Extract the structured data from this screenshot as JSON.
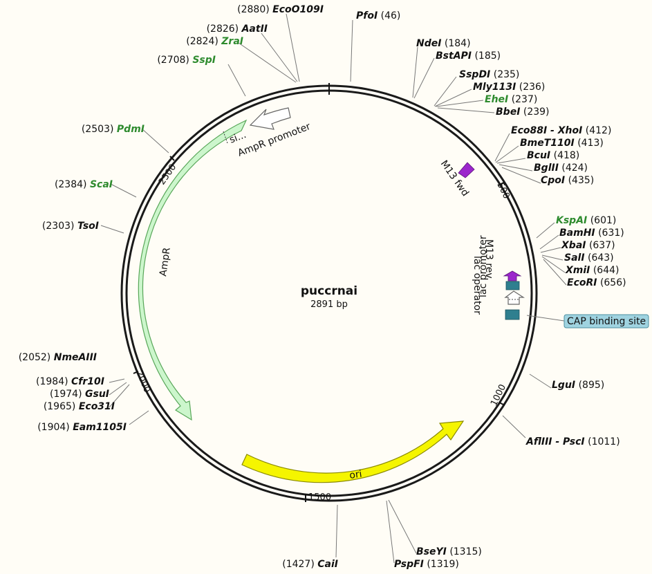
{
  "plasmid": {
    "name": "puccrnai",
    "length_label": "2891 bp",
    "length": 2891
  },
  "scale_ticks": [
    {
      "label": "500",
      "pos": 500
    },
    {
      "label": "1000",
      "pos": 1000
    },
    {
      "label": "1500",
      "pos": 1500
    },
    {
      "label": "2000",
      "pos": 2000
    },
    {
      "label": "2500",
      "pos": 2500
    }
  ],
  "sites": [
    {
      "name": "EcoO109I",
      "pos": "(2880)",
      "color": "black"
    },
    {
      "name": "AatII",
      "pos": "(2826)",
      "color": "black"
    },
    {
      "name": "ZraI",
      "pos": "(2824)",
      "color": "green"
    },
    {
      "name": "SspI",
      "pos": "(2708)",
      "color": "green"
    },
    {
      "name": "PdmI",
      "pos": "(2503)",
      "color": "green"
    },
    {
      "name": "ScaI",
      "pos": "(2384)",
      "color": "green"
    },
    {
      "name": "TsoI",
      "pos": "(2303)",
      "color": "black"
    },
    {
      "name": "NmeAIII",
      "pos": "(2052)",
      "color": "black"
    },
    {
      "name": "Cfr10I",
      "pos": "(1984)",
      "color": "black"
    },
    {
      "name": "GsuI",
      "pos": "(1974)",
      "color": "black"
    },
    {
      "name": "Eco31I",
      "pos": "(1965)",
      "color": "black"
    },
    {
      "name": "Eam1105I",
      "pos": "(1904)",
      "color": "black"
    },
    {
      "name": "CaiI",
      "pos": "(1427)",
      "color": "black"
    },
    {
      "name": "PfoI",
      "pos": "(46)",
      "color": "black"
    },
    {
      "name": "NdeI",
      "pos": "(184)",
      "color": "black"
    },
    {
      "name": "BstAPI",
      "pos": "(185)",
      "color": "black"
    },
    {
      "name": "SspDI",
      "pos": "(235)",
      "color": "black"
    },
    {
      "name": "Mly113I",
      "pos": "(236)",
      "color": "black"
    },
    {
      "name": "EheI",
      "pos": "(237)",
      "color": "green"
    },
    {
      "name": "BbeI",
      "pos": "(239)",
      "color": "black"
    },
    {
      "name": "Eco88I - XhoI",
      "pos": "(412)",
      "color": "black"
    },
    {
      "name": "BmeT110I",
      "pos": "(413)",
      "color": "black"
    },
    {
      "name": "BcuI",
      "pos": "(418)",
      "color": "black"
    },
    {
      "name": "BglII",
      "pos": "(424)",
      "color": "black"
    },
    {
      "name": "CpoI",
      "pos": "(435)",
      "color": "black"
    },
    {
      "name": "KspAI",
      "pos": "(601)",
      "color": "green"
    },
    {
      "name": "BamHI",
      "pos": "(631)",
      "color": "black"
    },
    {
      "name": "XbaI",
      "pos": "(637)",
      "color": "black"
    },
    {
      "name": "SalI",
      "pos": "(643)",
      "color": "black"
    },
    {
      "name": "XmiI",
      "pos": "(644)",
      "color": "black"
    },
    {
      "name": "EcoRI",
      "pos": "(656)",
      "color": "black"
    },
    {
      "name": "LguI",
      "pos": "(895)",
      "color": "black"
    },
    {
      "name": "AflIII - PscI",
      "pos": "(1011)",
      "color": "black"
    },
    {
      "name": "BseYI",
      "pos": "(1315)",
      "color": "black"
    },
    {
      "name": "PspFI",
      "pos": "(1319)",
      "color": "black"
    }
  ],
  "features": {
    "ampr": "AmpR",
    "ampr_promoter": "AmpR promoter",
    "signal": "si...",
    "ori": "ori",
    "m13_fwd": "M13 fwd",
    "m13_rev": "M13 rev",
    "lac_operator": "lac operator",
    "lac_promoter": "lac promoter",
    "cap_site": "CAP binding site"
  },
  "colors": {
    "ampr_fill": "#ccf6cc",
    "ori_fill": "#f5f500",
    "primer": "#9b26cc",
    "lac": "#2f7f8f",
    "cap_box": "#9fd3e0",
    "site_green": "#2e8b2e"
  }
}
